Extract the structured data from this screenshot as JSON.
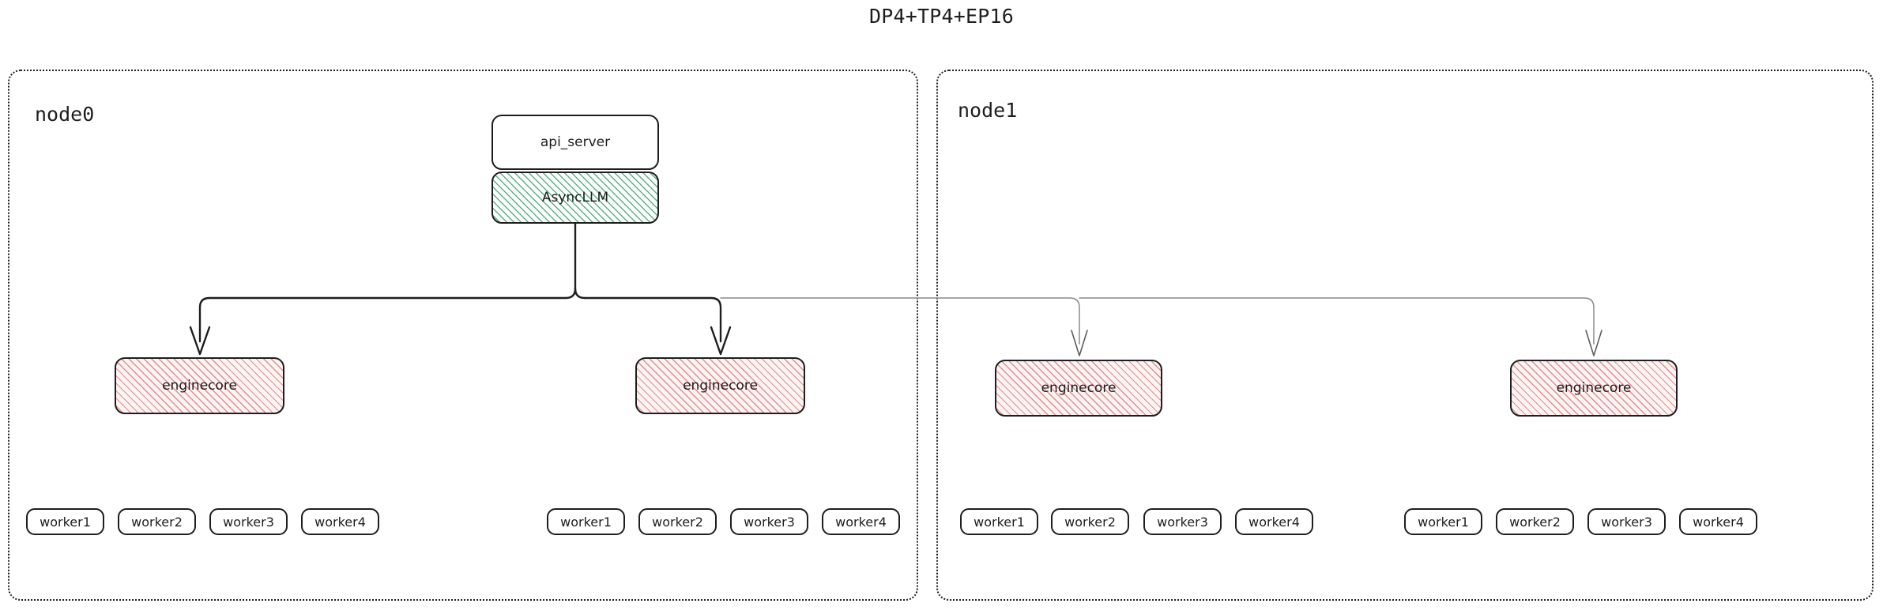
{
  "title": "DP4+TP4+EP16",
  "theme": {
    "stroke": "#1e1e1e",
    "background": "#ffffff",
    "hatch_green": "#4caf78",
    "hatch_pink": "#e78282",
    "edge_dark": "#1e1e1e",
    "edge_light": "#8a8a8a"
  },
  "nodes": [
    {
      "id": "node0",
      "label": "node0",
      "top_stack": {
        "api_server": "api_server",
        "async_llm": "AsyncLLM"
      },
      "enginecores": [
        {
          "label": "enginecore"
        },
        {
          "label": "enginecore"
        }
      ],
      "worker_groups": [
        {
          "workers": [
            "worker1",
            "worker2",
            "worker3",
            "worker4"
          ]
        },
        {
          "workers": [
            "worker1",
            "worker2",
            "worker3",
            "worker4"
          ]
        }
      ]
    },
    {
      "id": "node1",
      "label": "node1",
      "top_stack": null,
      "enginecores": [
        {
          "label": "enginecore"
        },
        {
          "label": "enginecore"
        }
      ],
      "worker_groups": [
        {
          "workers": [
            "worker1",
            "worker2",
            "worker3",
            "worker4"
          ]
        },
        {
          "workers": [
            "worker1",
            "worker2",
            "worker3",
            "worker4"
          ]
        }
      ]
    }
  ],
  "legend": {
    "node0_label": "node0",
    "node1_label": "node1",
    "api_server_label": "api_server",
    "async_llm_label": "AsyncLLM",
    "enginecore_label": "enginecore"
  },
  "diagram_data": {
    "type": "diagram",
    "description": "vLLM deployment topology: one api_server + AsyncLLM on node0 fans out to four enginecore processes, two per node, each backed by four workers.",
    "parallelism": {
      "dp": 4,
      "tp": 4,
      "ep": 16
    },
    "node_count": 2,
    "enginecores_per_node": 2,
    "workers_per_enginecore": 4,
    "edges": [
      {
        "from": "AsyncLLM",
        "to": "node0.enginecore[0]",
        "style": "dark"
      },
      {
        "from": "AsyncLLM",
        "to": "node0.enginecore[1]",
        "style": "dark"
      },
      {
        "from": "AsyncLLM",
        "to": "node1.enginecore[0]",
        "style": "light"
      },
      {
        "from": "AsyncLLM",
        "to": "node1.enginecore[1]",
        "style": "light"
      }
    ]
  }
}
